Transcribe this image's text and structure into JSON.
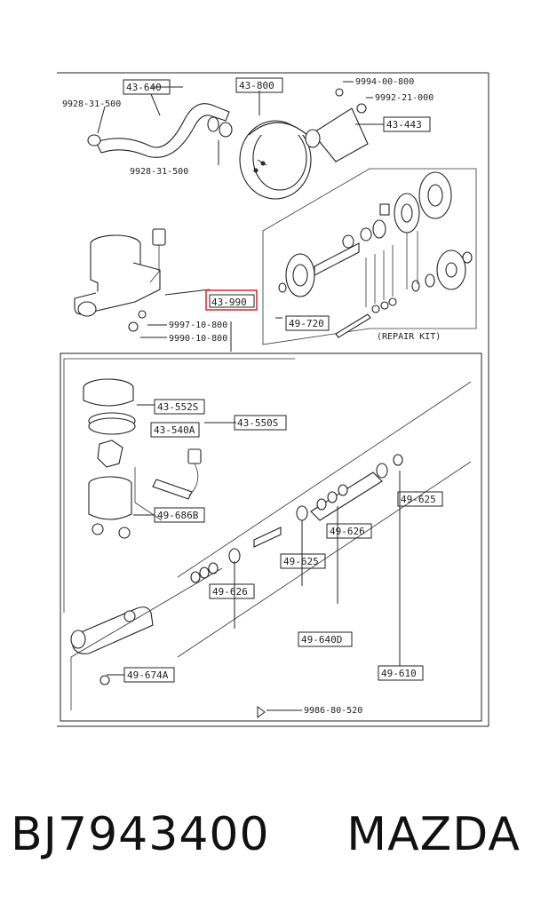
{
  "diagram": {
    "part_labels": {
      "p1": "43-640",
      "p2": "43-800",
      "p3": "43-443",
      "p4": "43-990",
      "p5": "49-720",
      "p6": "43-552S",
      "p7": "43-540A",
      "p8": "43-550S",
      "p9": "49-686B",
      "p10": "49-625",
      "p11": "49-626",
      "p12": "49-625",
      "p13": "49-626",
      "p14": "49-640D",
      "p15": "49-674A",
      "p16": "49-610"
    },
    "bolt_labels": {
      "b1": "9994-00-800",
      "b2": "9992-21-000",
      "b3": "9928-31-500",
      "b4": "9928-31-500",
      "b5": "9997-10-800",
      "b6": "9990-10-800",
      "b7": "9986-80-520"
    },
    "repair_kit_label": "(REPAIR KIT)",
    "highlight_color": "#e0303a"
  },
  "caption": {
    "part_number": "BJ7943400",
    "brand": "MAZDA"
  }
}
